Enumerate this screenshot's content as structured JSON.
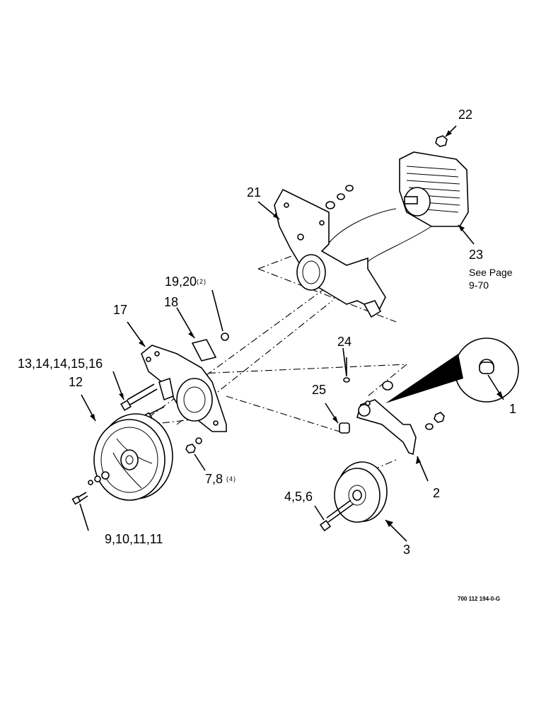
{
  "callouts": {
    "c1": "1",
    "c2": "2",
    "c3": "3",
    "c4": "4,5,6",
    "c7": "7,8",
    "c7_qty": "(4)",
    "c9": "9,10,11,11",
    "c12": "12",
    "c13": "13,14,14,15,16",
    "c17": "17",
    "c18": "18",
    "c19": "19,20",
    "c19_qty": "(2)",
    "c21": "21",
    "c22": "22",
    "c23": "23",
    "c24": "24",
    "c25": "25"
  },
  "see_page_note": {
    "line1": "See Page",
    "line2": "9-70"
  },
  "drawing_number": "700 112 194-0-G"
}
